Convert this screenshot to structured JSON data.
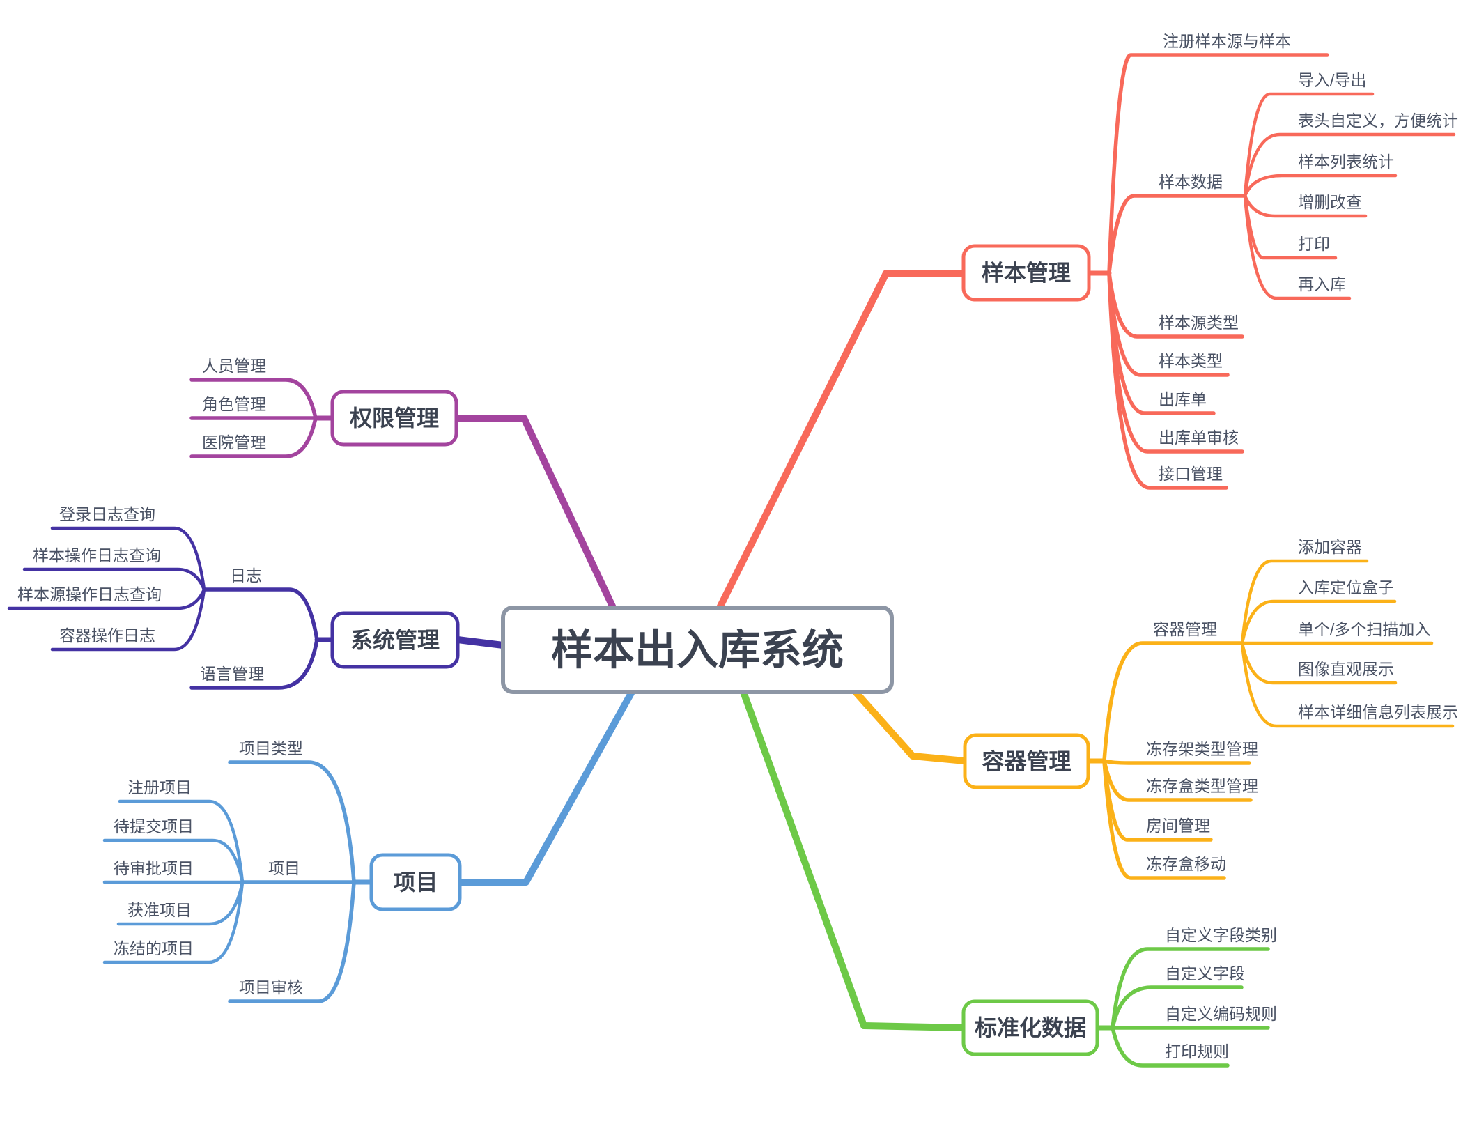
{
  "title": "样本出入库系统",
  "canvas_background": "#ffffff",
  "central_border_color": "#8d96a5",
  "label_text_color": "#4a5264",
  "node_text_color": "#3b4250",
  "branches": [
    {
      "id": "sample-management",
      "label": "样本管理",
      "color": "#f8695a",
      "children": [
        {
          "label": "注册样本源与样本"
        },
        {
          "label": "样本数据",
          "children": [
            {
              "label": "导入/导出"
            },
            {
              "label": "表头自定义，方便统计"
            },
            {
              "label": "样本列表统计"
            },
            {
              "label": "增删改查"
            },
            {
              "label": "打印"
            },
            {
              "label": "再入库"
            }
          ]
        },
        {
          "label": "样本源类型"
        },
        {
          "label": "样本类型"
        },
        {
          "label": "出库单"
        },
        {
          "label": "出库单审核"
        },
        {
          "label": "接口管理"
        }
      ]
    },
    {
      "id": "permission-management",
      "label": "权限管理",
      "color": "#a3449e",
      "children": [
        {
          "label": "人员管理"
        },
        {
          "label": "角色管理"
        },
        {
          "label": "医院管理"
        }
      ]
    },
    {
      "id": "system-management",
      "label": "系统管理",
      "color": "#4432a3",
      "children": [
        {
          "label": "日志",
          "children": [
            {
              "label": "登录日志查询"
            },
            {
              "label": "样本操作日志查询"
            },
            {
              "label": "样本源操作日志查询"
            },
            {
              "label": "容器操作日志"
            }
          ]
        },
        {
          "label": "语言管理"
        }
      ]
    },
    {
      "id": "project",
      "label": "项目",
      "color": "#5b9bd8",
      "children": [
        {
          "label": "项目类型"
        },
        {
          "label": "项目",
          "children": [
            {
              "label": "注册项目"
            },
            {
              "label": "待提交项目"
            },
            {
              "label": "待审批项目"
            },
            {
              "label": "获准项目"
            },
            {
              "label": "冻结的项目"
            }
          ]
        },
        {
          "label": "项目审核"
        }
      ]
    },
    {
      "id": "container-management",
      "label": "容器管理",
      "color": "#fbb118",
      "children": [
        {
          "label": "容器管理",
          "children": [
            {
              "label": "添加容器"
            },
            {
              "label": "入库定位盒子"
            },
            {
              "label": "单个/多个扫描加入"
            },
            {
              "label": "图像直观展示"
            },
            {
              "label": "样本详细信息列表展示"
            }
          ]
        },
        {
          "label": "冻存架类型管理"
        },
        {
          "label": "冻存盒类型管理"
        },
        {
          "label": "房间管理"
        },
        {
          "label": "冻存盒移动"
        }
      ]
    },
    {
      "id": "standardized-data",
      "label": "标准化数据",
      "color": "#6dc947",
      "children": [
        {
          "label": "自定义字段类别"
        },
        {
          "label": "自定义字段"
        },
        {
          "label": "自定义编码规则"
        },
        {
          "label": "打印规则"
        }
      ]
    }
  ]
}
